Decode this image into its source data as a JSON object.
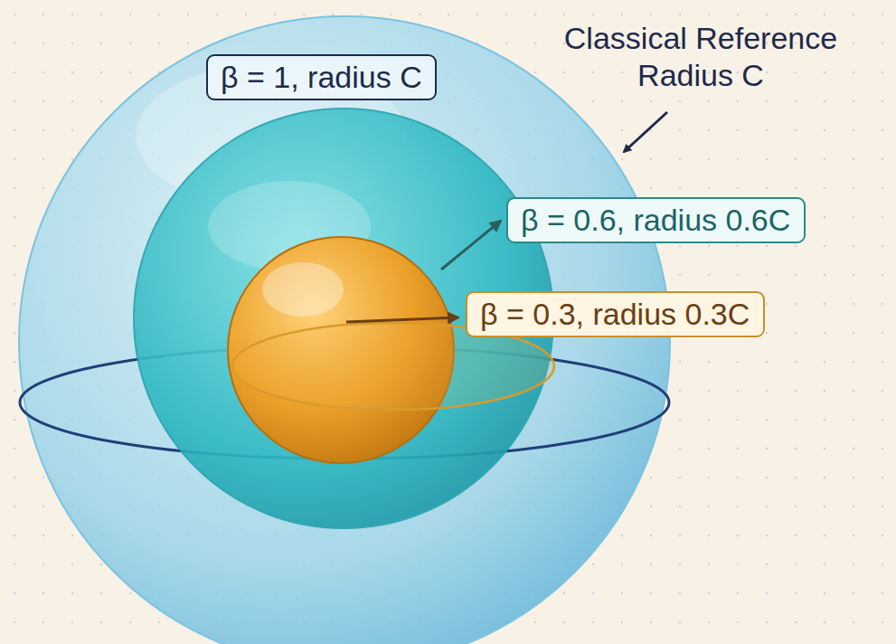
{
  "diagram": {
    "nodes": [
      {
        "text": [
          "β = 1, radius C"
        ]
      },
      {
        "text": [
          "β = 0.6, radius 0.6C"
        ]
      },
      {
        "text": [
          "β = 0.3, radius 0.3C"
        ]
      }
    ],
    "labels": [
      "Classical Reference Radius C"
    ]
  }
}
